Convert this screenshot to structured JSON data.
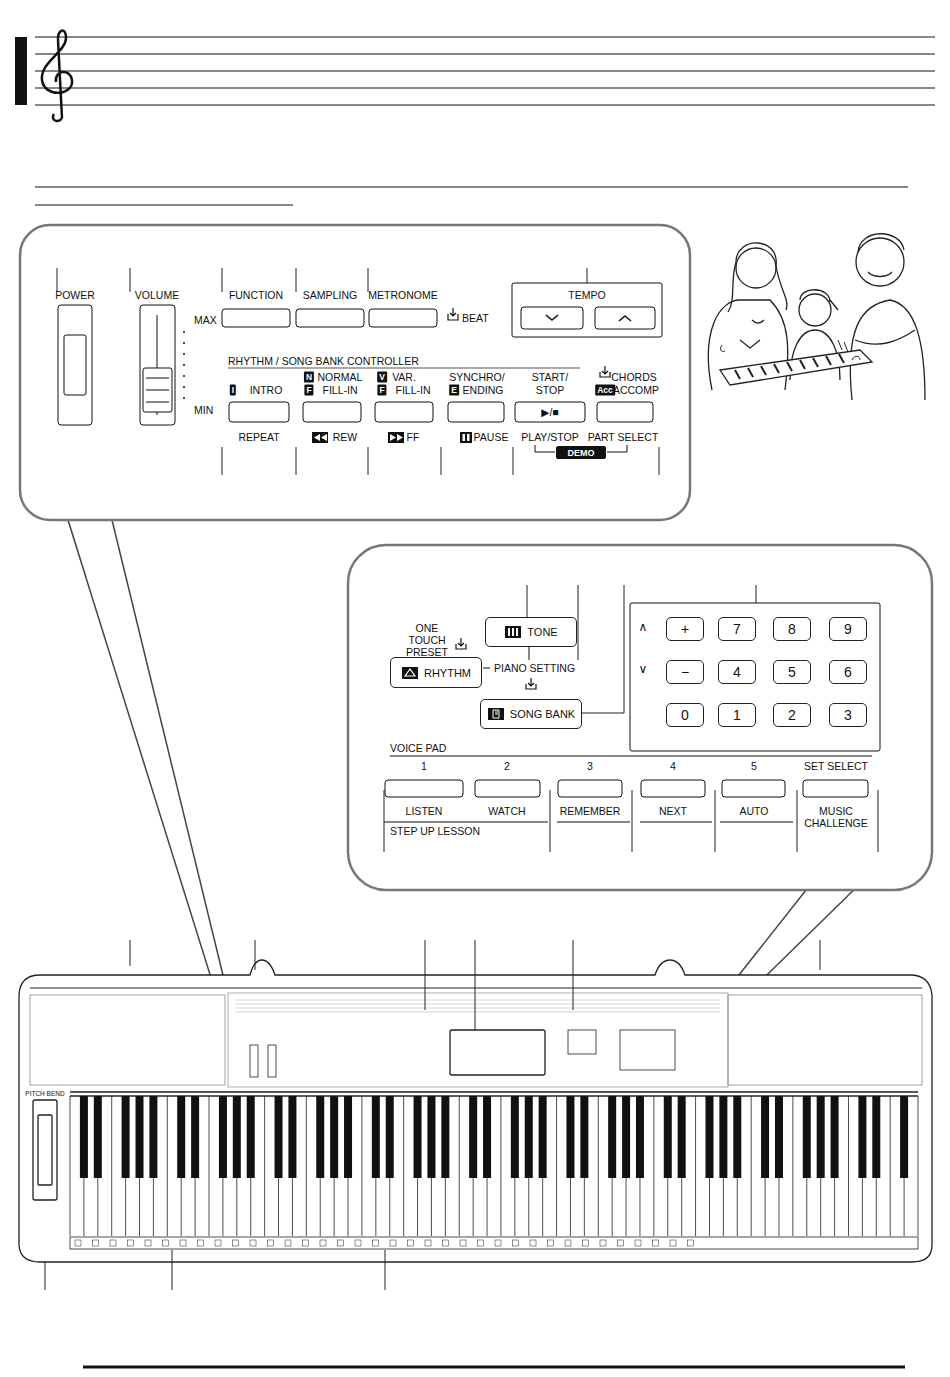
{
  "diagram": {
    "nodes": [
      {
        "text": [
          "TONE"
        ]
      },
      {
        "text": [
          "RHYTHM"
        ]
      },
      {
        "text": [
          "SONG BANK"
        ]
      },
      {
        "text": [
          "+"
        ]
      },
      {
        "text": [
          "7"
        ]
      },
      {
        "text": [
          "8"
        ]
      },
      {
        "text": [
          "9"
        ]
      },
      {
        "text": [
          "−"
        ]
      },
      {
        "text": [
          "4"
        ]
      },
      {
        "text": [
          "5"
        ]
      },
      {
        "text": [
          "6"
        ]
      },
      {
        "text": [
          "0"
        ]
      },
      {
        "text": [
          "1"
        ]
      },
      {
        "text": [
          "2"
        ]
      },
      {
        "text": [
          "3"
        ]
      },
      {
        "text": [
          "DEMO"
        ]
      }
    ],
    "labels": [
      "POWER",
      "VOLUME",
      "MAX",
      "MIN",
      "FUNCTION",
      "SAMPLING",
      "METRONOME",
      "BEAT",
      "TEMPO",
      "RHYTHM / SONG BANK CONTROLLER",
      "I",
      "INTRO",
      "N",
      "NORMAL",
      "F",
      "FILL-IN",
      "V",
      "VAR.",
      "F",
      "FILL-IN",
      "SYNCHRO/",
      "E",
      "ENDING",
      "START/",
      "STOP",
      "CHORDS",
      "Acc",
      "ACCOMP",
      "▶/■",
      "REPEAT",
      "REW",
      "FF",
      "PAUSE",
      "PLAY/STOP",
      "PART SELECT",
      "ONE TOUCH PRESET",
      "PIANO SETTING",
      "∧",
      "∨",
      "VOICE PAD",
      "1",
      "2",
      "3",
      "4",
      "5",
      "SET SELECT",
      "LISTEN",
      "WATCH",
      "REMEMBER",
      "NEXT",
      "AUTO",
      "MUSIC CHALLENGE",
      "STEP UP LESSON",
      "PITCH BEND"
    ]
  }
}
